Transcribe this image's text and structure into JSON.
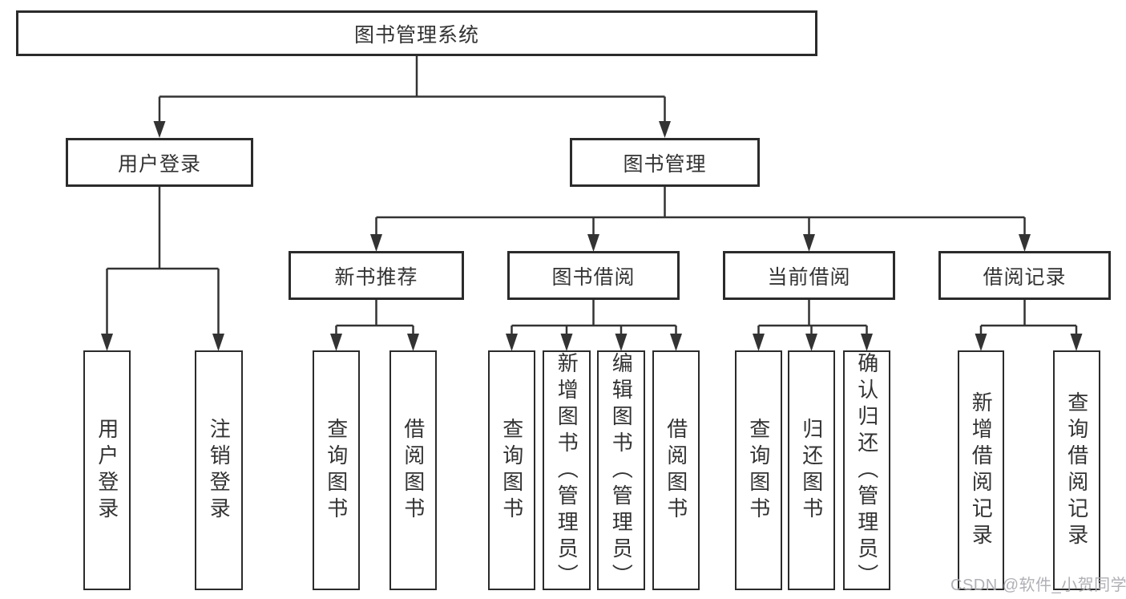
{
  "diagram": {
    "root": "图书管理系统",
    "level2": {
      "user_login": "用户登录",
      "book_mgmt": "图书管理"
    },
    "level3": {
      "new_books": "新书推荐",
      "book_borrow": "图书借阅",
      "current_borrow": "当前借阅",
      "borrow_records": "借阅记录"
    },
    "level4": {
      "login_group": [
        "用户登录",
        "注销登录"
      ],
      "new_books_group": [
        "查询图书",
        "借阅图书"
      ],
      "book_borrow_group": [
        "查询图书",
        "新增图书（管理员）",
        "编辑图书（管理员）",
        "借阅图书"
      ],
      "current_borrow_group": [
        "查询图书",
        "归还图书",
        "确认归还（管理员）"
      ],
      "borrow_records_group": [
        "新增借阅记录",
        "查询借阅记录"
      ]
    }
  },
  "watermark": "CSDN @软件_小贺同学",
  "colors": {
    "line": "#333333",
    "box_border": "#2b2b2b",
    "text": "#333333",
    "watermark": "#acacb2",
    "background": "#ffffff"
  }
}
